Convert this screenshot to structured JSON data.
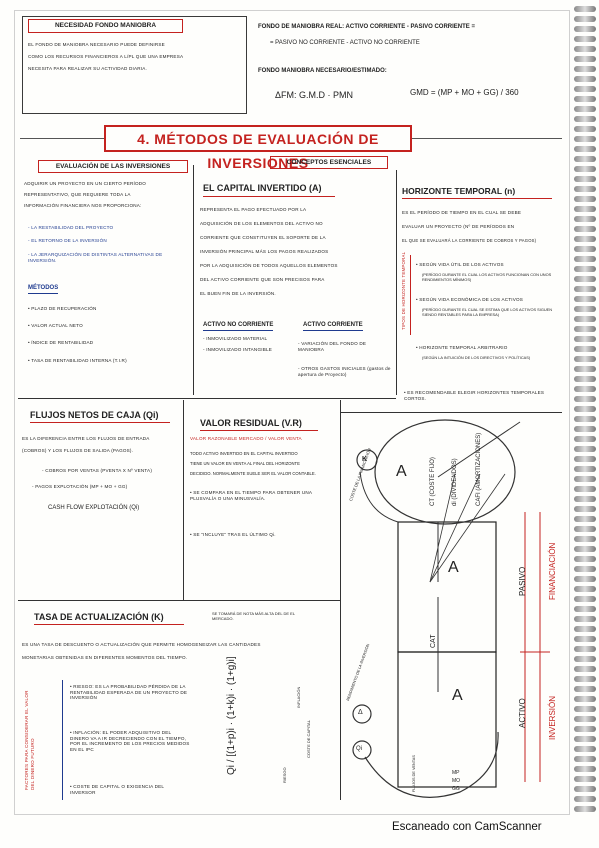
{
  "colors": {
    "accent": "#c4221f",
    "ink": "#222222",
    "note": "#1f3b8f"
  },
  "sec1": {
    "title": "NECESIDAD FONDO MANIOBRA",
    "lines": [
      "EL FONDO DE MANIOBRA NECESARIO PUEDE DEFINIRSE",
      "COMO LOS RECURSOS FINANCIEROS A L/PL QUE UNA EMPRESA",
      "NECESITA PARA REALIZAR SU ACTIVIDAD DIARIA."
    ]
  },
  "sec2": {
    "line1": "FONDO DE MANIOBRA REAL: ACTIVO CORRIENTE - PASIVO CORRIENTE =",
    "line2": "= PASIVO NO CORRIENTE - ACTIVO NO CORRIENTE",
    "line3": "FONDO MANIOBRA NECESARIO/ESTIMADO:",
    "formula_left": "ΔFM: G.M.D · PMN",
    "formula_right": "GMD = (MP + MO + GG) / 360"
  },
  "main_title": "4. MÉTODOS DE EVALUACIÓN DE INVERSIONES",
  "eval": {
    "title": "EVALUACIÓN DE LAS INVERSIONES",
    "lines": [
      "ADQUIRIR UN PROYECTO EN UN CIERTO PERÍODO",
      "REPRESENTATIVO, QUE REQUIERE TODA LA",
      "INFORMACIÓN FINANCIERA NOS PROPORCIONA:"
    ],
    "items": [
      "- LA RESTABILIDAD DEL PROYECTO",
      "- EL RETORNO DE LA INVERSIÓN",
      "- LA JERARQUIZACIÓN DE DISTINTAS ALTERNATIVAS DE INVERSIÓN."
    ],
    "methods_title": "MÉTODOS",
    "methods": [
      "• PLAZO DE RECUPERACIÓN",
      "• VALOR ACTUAL NETO",
      "• ÍNDICE DE RENTABILIDAD",
      "• TASA DE RENTABILIDAD INTERNA (T.I.R)"
    ]
  },
  "conceptos": {
    "title": "CONCEPTOS ESENCIALES"
  },
  "capital": {
    "title": "EL CAPITAL INVERTIDO (A)",
    "lines": [
      "REPRESENTA EL PAGO EFECTUADO POR LA",
      "ADQUISICIÓN DE LOS ELEMENTOS DEL ACTIVO NO",
      "CORRIENTE QUE CONSTITUYEN EL SOPORTE DE LA",
      "INVERSIÓN PRINCIPAL MÁS LOS PAGOS REALIZADOS",
      "POR LA ADQUISICIÓN DE TODOS AQUELLOS ELEMENTOS",
      "DEL ACTIVO CORRIENTE QUE SON PRECISOS PARA",
      "EL BUEN FIN DE LA INVERSIÓN."
    ],
    "anc_title": "ACTIVO NO CORRIENTE",
    "anc_items": [
      "- INMOVILIZADO MATERIAL",
      "- INMOVILIZADO INTANGIBLE"
    ],
    "ac_title": "ACTIVO CORRIENTE",
    "ac_items": [
      "- VARIACIÓN DEL FONDO DE MANIOBRA",
      "- OTROS GASTOS INICIALES (gastos de apertura de Proyecto)"
    ]
  },
  "horizonte": {
    "title": "HORIZONTE TEMPORAL (n)",
    "lines": [
      "ES EL PERÍODO DE TIEMPO EN EL CUAL SE DEBE",
      "EVALUAR UN PROYECTO (Nº DE PERÍODOS EN",
      "EL QUE SE EVALUARÁ LA CORRIENTE DE COBROS Y PAGOS)"
    ],
    "side_label": "TIPOS DE HORIZONTE TEMPORAL",
    "items": [
      "• SEGÚN VIDA ÚTIL DE LOS ACTIVOS",
      "(PERÍODO DURANTE EL CUAL LOS ACTIVOS FUNCIONAN CON UNOS RENDIMIENTOS MÍNIMOS)",
      "• SEGÚN VIDA ECONÓMICA DE LOS ACTIVOS",
      "(PERÍODO DURANTE EL CUAL SE ESTIMA QUE LOS ACTIVOS SIGUEN SIENDO RENTABLES PARA LA EMPRESA)",
      "• HORIZONTE TEMPORAL ARBITRARIO",
      "(SEGÚN LA INTUICIÓN DE LOS DIRECTIVOS Y POLÍTICAS)"
    ],
    "note": "• ES RECOMENDABLE ELEGIR HORIZONTES TEMPORALES CORTOS."
  },
  "flujos": {
    "title": "FLUJOS NETOS DE CAJA (Qi)",
    "lines": [
      "ES LA DIFERENCIA ENTRE LOS FLUJOS DE ENTRADA",
      "(COBROS) Y LOS FLUJOS DE SALIDA (PAGOS)."
    ],
    "items": [
      "- COBROS POR VENTAS (PVENTA X Nº VENTA)",
      "- PAGOS EXPLOTACIÓN (MP + MO + GG)"
    ],
    "result": "CASH FLOW EXPLOTACIÓN (Qi)"
  },
  "residual": {
    "title": "VALOR RESIDUAL (V.R)",
    "subtitle": "VALOR RAZONABLE MERCADO / VALOR VENTA",
    "lines": [
      "TODO ACTIVO INVERTIDO EN EL CAPITAL INVERTIDO",
      "TIENE UN VALOR EN VENTA AL FINAL DEL HORIZONTE",
      "DECIDIDO. NORMALMENTE SUELE SER EL VALOR CONTABLE."
    ],
    "items": [
      "• SE COMPARA EN EL TIEMPO PARA OBTENER UNA PLUSVALÍA O UNA MINUSVALÍA.",
      "• SE \"INCLUYE\" TRAS EL ÚLTIMO Qi."
    ]
  },
  "diagram": {
    "side_label_top": "COSTE DE LA FINANCIACIÓN",
    "k_label": "K",
    "ct_label": "CT (COSTE FIJO)",
    "di_label": "di (DIVIDENDOS)",
    "cafi_label": "CAFI (AMORTIZACIONES)",
    "a_top": "A",
    "a_mid": "A",
    "a_bottom": "A",
    "cat_label": "CAT",
    "pasivo": "PASIVO",
    "activo": "ACTIVO",
    "financiacion": "FINANCIACIÓN",
    "inversion": "INVERSIÓN",
    "delta_label": "Δ",
    "side_label_bottom": "RENDIMIENTO DE LA INVERSIÓN",
    "qi_label": "Qi",
    "q_items": [
      "MP",
      "MO",
      "GG"
    ],
    "side_qi": "FLUJOS DE VENTAS"
  },
  "tasa": {
    "title": "TASA DE ACTUALIZACIÓN (K)",
    "note": "SE TOMARÁ DE NOTA MÁS ALTA DEL DE EL MERCADO.",
    "lines": [
      "ES UNA TASA DE DESCUENTO O ACTUALIZACIÓN QUE PERMITE HOMOGENEIZAR LAS CANTIDADES",
      "MONETARIAS OBTENIDAS EN DIFERENTES MOMENTOS DEL TIEMPO."
    ],
    "side_label": "FACTORES PARA CONSIDERAR EL VALOR DEL DINERO FUTURO",
    "items": [
      "• RIESGO: ES LA PROBABILIDAD PÉRDIDA DE LA RENTABILIDAD ESPERADA DE UN PROYECTO DE INVERSIÓN",
      "• INFLACIÓN: EL PODER ADQUISITIVO DEL DINERO VA A IR DECRECIENDO CON EL TIEMPO, POR EL INCREMENTO DE LOS PRECIOS MEDIDOS EN EL IPC",
      "• COSTE DE CAPITAL O EXIGENCIA DEL INVERSOR"
    ],
    "formula": "Qi / [(1+p)i · (1+k)i · (1+g)i]",
    "labels": [
      "RIESGO",
      "INFLACIÓN",
      "COSTE DE CAPITAL"
    ]
  },
  "footer": "Escaneado con CamScanner"
}
